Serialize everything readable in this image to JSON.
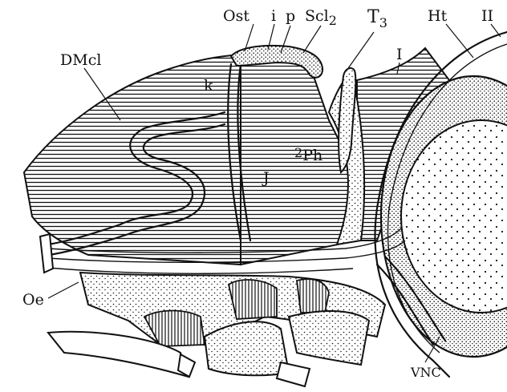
{
  "labels": {
    "ost": "Ost",
    "i": "i",
    "p": "p",
    "scl": "Scl",
    "scl_sub": "2",
    "t": "T",
    "t_sub": "3",
    "ht": "Ht",
    "ii": "II",
    "dmcl": "DMcl",
    "roman_i": "I",
    "k": "k",
    "ph_pre": "2",
    "ph": "Ph",
    "j": "J",
    "oe": "Oe",
    "vnc": "VNC"
  },
  "colors": {
    "ink": "#111111",
    "paper": "#ffffff"
  }
}
